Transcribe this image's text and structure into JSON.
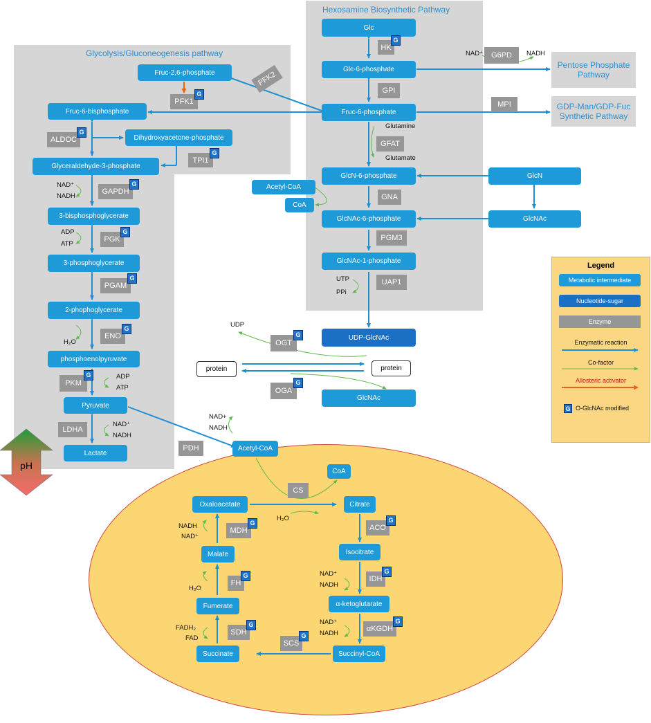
{
  "panels": {
    "hexosamine_title": "Hexosamine Biosynthetic Pathway",
    "glycolysis_title": "Glycolysis/Gluconeogenesis  pathway"
  },
  "nodes": {
    "glc": "Glc",
    "glc6p": "Glc-6-phosphate",
    "fruc6p": "Fruc-6-phosphate",
    "glcn6p": "GlcN-6-phosphate",
    "glcnac6p": "GlcNAc-6-phosphate",
    "glcnac1p": "GlcNAc-1-phosphate",
    "udpglcnac": "UDP-GlcNAc",
    "glcnac_out": "GlcNAc",
    "glcn": "GlcN",
    "glcnac_right": "GlcNAc",
    "acetylcoa_top": "Acetyl-CoA",
    "coa_top": "CoA",
    "fruc26p": "Fruc-2,6-phosphate",
    "fruc16bp": "Fruc-6-bisphosphate",
    "dhap": "Dihydroxyacetone-phosphate",
    "g3p": "Glyceraldehyde-3-phosphate",
    "bpg13": "3-bisphosphoglycerate",
    "pg3": "3-phosphoglycerate",
    "pg2": "2-phophoglycerate",
    "pep": "phosphoenolpyruvate",
    "pyruvate": "Pyruvate",
    "lactate": "Lactate",
    "acetylcoa_tca": "Acetyl-CoA",
    "coa_tca": "CoA",
    "oxaloacetate": "Oxaloacetate",
    "citrate": "Citrate",
    "isocitrate": "Isocitrate",
    "akg": "α-ketoglutarate",
    "succinylcoa": "Succinyl-CoA",
    "succinate": "Succinate",
    "fumerate": "Fumerate",
    "malate": "Malate"
  },
  "proteins": {
    "left": "protein",
    "right": "protein"
  },
  "destinations": {
    "ppp": "Pentose Phosphate Pathway",
    "gdp": "GDP-Man/GDP-Fuc Synthetic Pathway"
  },
  "enzymes": {
    "hk": "HK",
    "g6pd": "G6PD",
    "gpi": "GPI",
    "mpi": "MPI",
    "gfat": "GFAT",
    "gna": "GNA",
    "pgm3": "PGM3",
    "uap1": "UAP1",
    "ogt": "OGT",
    "oga": "OGA",
    "pfk2": "PFK2",
    "pfk1": "PFK1",
    "aldoc": "ALDOC",
    "tpi1": "TPI1",
    "gapdh": "GAPDH",
    "pgk": "PGK",
    "pgam": "PGAM",
    "eno": "ENO",
    "pkm": "PKM",
    "ldha": "LDHA",
    "pdh": "PDH",
    "cs": "CS",
    "aco": "ACO",
    "idh": "IDH",
    "akgdh": "αKGDH",
    "scs": "SCS",
    "sdh": "SDH",
    "fh": "FH",
    "mdh": "MDH"
  },
  "glcnac_badge": "G",
  "cofactors": {
    "g6pd_nad": "NAD⁺",
    "g6pd_nadh": "NADH",
    "glutamine": "Glutamine",
    "glutamate": "Glutamate",
    "utp": "UTP",
    "ppi": "PPi",
    "udp": "UDP",
    "gapdh_nad": "NAD⁺",
    "gapdh_nadh": "NADH",
    "pgk_adp": "ADP",
    "pgk_atp": "ATP",
    "eno_h2o": "H₂O",
    "pkm_adp": "ADP",
    "pkm_atp": "ATP",
    "ldha_nad": "NAD⁺",
    "ldha_nadh": "NADH",
    "pdh_nad": "NAD+",
    "pdh_nadh": "NADH",
    "cs_h2o": "H₂O",
    "idh_nad": "NAD⁺",
    "idh_nadh": "NADH",
    "akgdh_nad": "NAD⁺",
    "akgdh_nadh": "NADH",
    "sdh_fadh2": "FADH₂",
    "sdh_fad": "FAD",
    "fh_h2o": "H₂O",
    "mdh_nadh": "NADH",
    "mdh_nad": "NAD⁺"
  },
  "ph_label": "pH",
  "legend": {
    "title": "Legend",
    "metabolic": "Metabolic intermediate",
    "nucleotide": "Nucleotide-sugar",
    "enzyme": "Enzyme",
    "enzymatic": "Enzymatic reaction",
    "cofactor": "Co-factor",
    "allosteric": "Allosteric activator",
    "glcnac_mod": "O-GlcNAc modified"
  },
  "colors": {
    "metabolite": "#1e9ad8",
    "nucleotide_sugar": "#1b6fc5",
    "enzyme": "#969696",
    "panel": "#d6d6d6",
    "reaction_arrow": "#1d8fd3",
    "cofactor_arrow": "#5fb84a",
    "allosteric_arrow": "#e8641c",
    "cell": "#fcd673",
    "cell_border": "#d2453a",
    "legend_bg": "#fbd783"
  }
}
